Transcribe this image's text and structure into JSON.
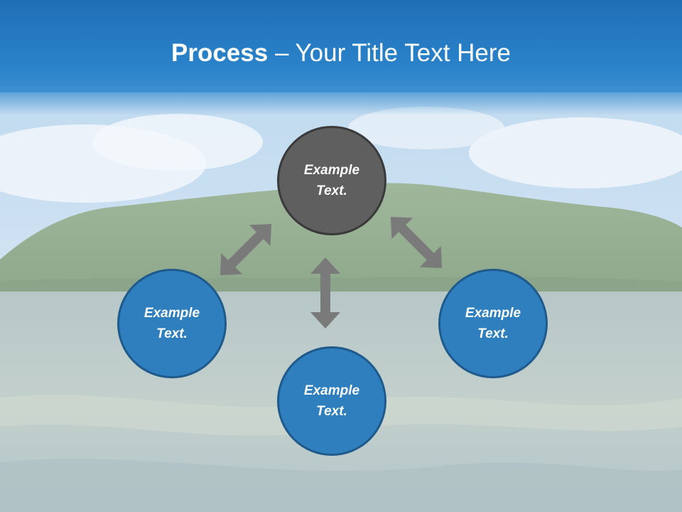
{
  "slide": {
    "title_strong": "Process",
    "title_rest": " – Your Title Text Here"
  },
  "diagram": {
    "center_top": {
      "text": "Example Text."
    },
    "left": {
      "text": "Example Text."
    },
    "right": {
      "text": "Example Text."
    },
    "bottom": {
      "text": "Example Text."
    }
  },
  "colors": {
    "title_bar": "#2a82c9",
    "node_grey": "#5f5f5f",
    "node_blue": "#2f7fbf",
    "arrow": "#7a7a7a"
  },
  "icons": [
    "double-arrow-icon"
  ]
}
